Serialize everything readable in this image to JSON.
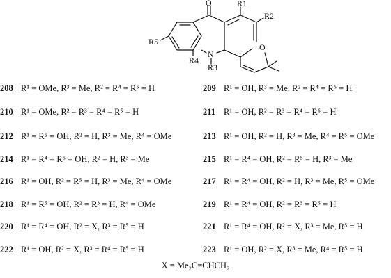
{
  "structure": {
    "atoms": {
      "O_carbonyl": "O",
      "R1": "R1",
      "R2": "R2",
      "R5": "R5",
      "R4": "R4",
      "N": "N",
      "R3": "R3",
      "O_ring": "O"
    }
  },
  "compounds": [
    {
      "id": "208",
      "text": "R¹ = OMe, R³ = Me, R² = R⁴ = R⁵ = H"
    },
    {
      "id": "209",
      "text": "R¹ = OH, R³ = Me, R² = R⁴ = R⁵ = H"
    },
    {
      "id": "210",
      "text": "R¹ = OMe, R² = R³ = R⁴ = R⁵ = H"
    },
    {
      "id": "211",
      "text": "R¹ = OH, R² = R³ = R⁴ = R⁵ = H"
    },
    {
      "id": "212",
      "text": "R¹ = R⁵ = OH, R² = H, R³ = Me, R⁴ = OMe"
    },
    {
      "id": "213",
      "text": "R¹ = OH, R² = H, R³ = Me, R⁴ = R⁵ = OMe"
    },
    {
      "id": "214",
      "text": "R¹ = R⁴ = R⁵ = OH, R² = H, R³ = Me"
    },
    {
      "id": "215",
      "text": "R¹ = R⁴ = OH, R² = R⁵ = H, R³ = Me"
    },
    {
      "id": "216",
      "text": "R¹ = OH, R² = R⁵ = H, R³ = Me, R⁴ = OMe"
    },
    {
      "id": "217",
      "text": "R¹ = R⁴ = OH, R² = H, R³ = Me, R⁵ = OMe"
    },
    {
      "id": "218",
      "text": "R¹ = R⁵ = OH, R² = R³ = H, R⁴ = OMe"
    },
    {
      "id": "219",
      "text": "R¹ = R⁴ = OH, R² = R³ = R⁵ = H"
    },
    {
      "id": "220",
      "text": "R¹ = R⁴ = OH, R² = X, R³ = R⁵ = H"
    },
    {
      "id": "221",
      "text": "R¹ = R⁴ = OH, R² = X, R³ = Me, R⁵ = H"
    },
    {
      "id": "222",
      "text": "R¹ = OH, R² = X, R³ = R⁴ = R⁵ = H"
    },
    {
      "id": "223",
      "text": "R¹ = OH, R² = X, R³ = Me, R⁴ = R⁵ = H"
    }
  ],
  "footnote": "X = Me₂C=CHCH₂"
}
